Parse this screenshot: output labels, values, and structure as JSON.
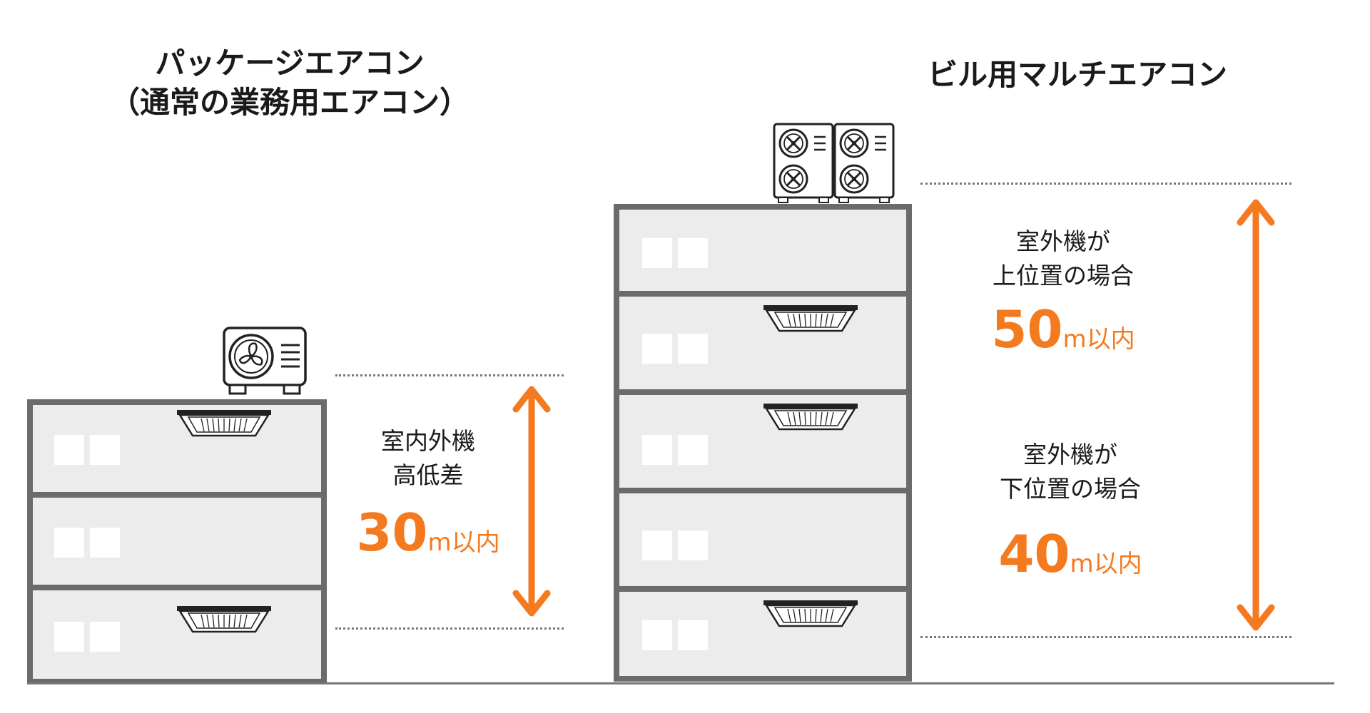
{
  "left": {
    "title_line1": "パッケージエアコン",
    "title_line2": "（通常の業務用エアコン）",
    "label_line1": "室内外機",
    "label_line2": "高低差",
    "value": "30",
    "unit": "m以内"
  },
  "right": {
    "title": "ビル用マルチエアコン",
    "upper_label_line1": "室外機が",
    "upper_label_line2": "上位置の場合",
    "upper_value": "50",
    "upper_unit": "m以内",
    "lower_label_line1": "室外機が",
    "lower_label_line2": "下位置の場合",
    "lower_value": "40",
    "lower_unit": "m以内"
  },
  "colors": {
    "accent": "#f47a20",
    "building_border": "#6b6b6b",
    "building_fill": "#ececec",
    "text": "#1a1a1a"
  },
  "icons": {
    "outdoor_unit_single": "fan-outdoor-unit-icon",
    "outdoor_unit_multi": "multi-fan-outdoor-unit-icon",
    "indoor_unit": "ceiling-cassette-ac-icon",
    "height_arrow": "double-arrow-icon"
  }
}
